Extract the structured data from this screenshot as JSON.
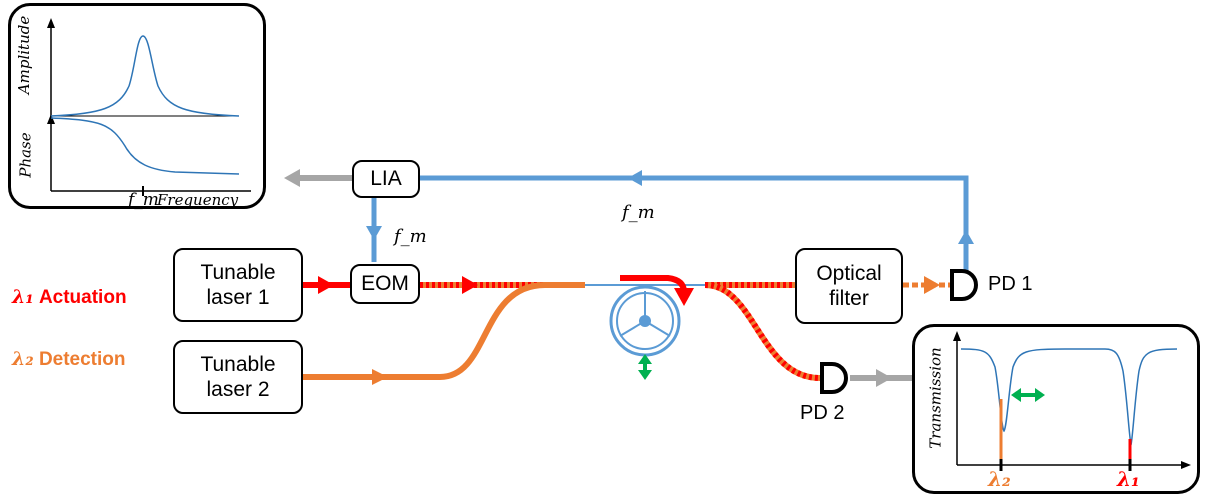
{
  "colors": {
    "actuation": "#ff0000",
    "detection": "#ed7d31",
    "signal": "#5b9bd5",
    "output": "#a6a6a6",
    "modulation": "#00b050",
    "curve": "#2e75b6"
  },
  "boxes": {
    "lia": "LIA",
    "eom": "EOM",
    "laser1": "Tunable laser 1",
    "laser2": "Tunable laser 2",
    "filter": "Optical filter"
  },
  "labels": {
    "lambda1_symbol": "λ₁",
    "lambda1_text": "Actuation",
    "lambda2_symbol": "λ₂",
    "lambda2_text": "Detection",
    "fm_eom": "f_m",
    "fm_feedback": "f_m",
    "pd1": "PD 1",
    "pd2": "PD 2"
  },
  "lia_panel": {
    "ylabel_top": "Amplitude",
    "ylabel_bottom": "Phase",
    "xlabel": "Frequency",
    "tick_label": "f_m"
  },
  "transmission_panel": {
    "ylabel": "Transmission",
    "tick_lambda2": "λ₂",
    "tick_lambda1": "λ₁"
  }
}
